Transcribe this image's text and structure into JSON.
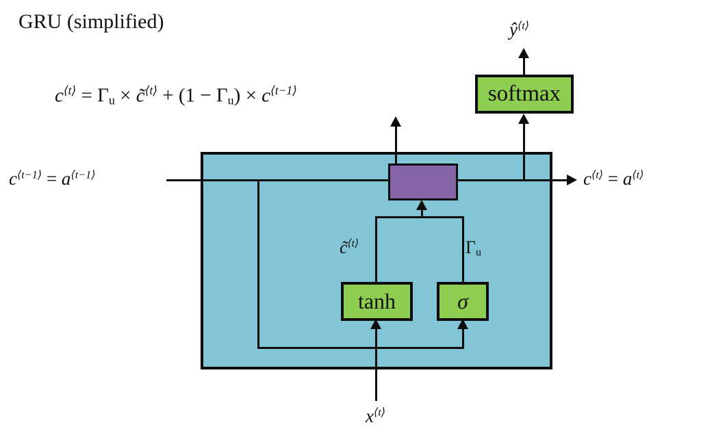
{
  "title": "GRU (simplified)",
  "colors": {
    "cell_fill": "#82C5D6",
    "box_green": "#8DCE50",
    "box_purple": "#8465A5",
    "line_color": "#0d0d0d"
  },
  "formula": {
    "parts": [
      "c",
      "⟨t⟩",
      " = ",
      "Γ",
      "u",
      " × ",
      "c̃",
      "⟨t⟩",
      " + (1 − ",
      "Γ",
      "u",
      ") × ",
      "c",
      "⟨t−1⟩"
    ]
  },
  "nodes": {
    "softmax_label": "softmax",
    "tanh_label": "tanh",
    "sigma_label": "σ"
  },
  "labels": {
    "c_prev": {
      "parts": [
        "c",
        "⟨t−1⟩",
        " = ",
        "a",
        "⟨t−1⟩"
      ]
    },
    "c_next": {
      "parts": [
        "c",
        "⟨t⟩",
        " = ",
        "a",
        "⟨t⟩"
      ]
    },
    "y_hat": {
      "parts": [
        "ŷ",
        "⟨t⟩"
      ]
    },
    "x_input": {
      "parts": [
        "x",
        "⟨t⟩"
      ]
    },
    "c_tilde": {
      "parts": [
        "c̃",
        "⟨t⟩"
      ]
    },
    "gamma_u": {
      "parts": [
        "Γ",
        "u"
      ]
    }
  }
}
